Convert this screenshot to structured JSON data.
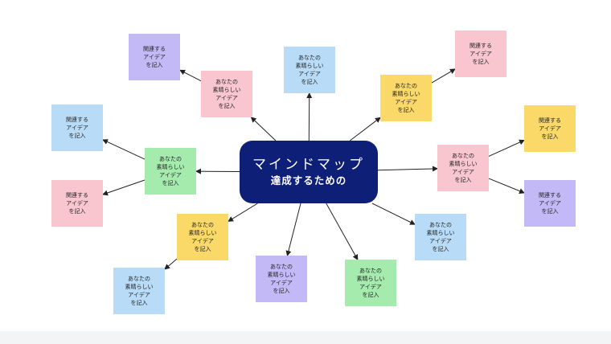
{
  "colors": {
    "center": "#0e1f78",
    "purple": "#c4b9f7",
    "pink": "#f9c6cf",
    "blue": "#b8dcf8",
    "yellow": "#fbd968",
    "green": "#a5ebae",
    "line": "#222222"
  },
  "center": {
    "title": "マインドマップ",
    "subtitle": "達成するための"
  },
  "notes": [
    {
      "id": "n-top-center",
      "text": "あなたの\n素晴らしい\nアイデア\nを記入",
      "color": "blue"
    },
    {
      "id": "n-upper-left",
      "text": "あなたの\n素晴らしい\nアイデア\nを記入",
      "color": "pink"
    },
    {
      "id": "n-upper-right",
      "text": "あなたの\n素晴らしい\nアイデア\nを記入",
      "color": "yellow"
    },
    {
      "id": "n-left",
      "text": "あなたの\n素晴らしい\nアイデア\nを記入",
      "color": "green"
    },
    {
      "id": "n-right",
      "text": "あなたの\n素晴らしい\nアイデア\nを記入",
      "color": "pink"
    },
    {
      "id": "n-lower-left",
      "text": "あなたの\n素晴らしい\nアイデア\nを記入",
      "color": "yellow"
    },
    {
      "id": "n-bottom-mid-left",
      "text": "あなたの\n素晴らしい\nアイデア\nを記入",
      "color": "purple"
    },
    {
      "id": "n-bottom-mid-right",
      "text": "あなたの\n素晴らしい\nアイデア\nを記入",
      "color": "green"
    },
    {
      "id": "n-lower-right",
      "text": "あなたの\n素晴らしい\nアイデア\nを記入",
      "color": "blue"
    },
    {
      "id": "n-bottom-left",
      "text": "あなたの\n素晴らしい\nアイデア\nを記入",
      "color": "blue"
    },
    {
      "id": "r-top-left",
      "text": "関連する\nアイデア\nを記入",
      "color": "purple"
    },
    {
      "id": "r-top-right",
      "text": "関連する\nアイデア\nを記入",
      "color": "pink"
    },
    {
      "id": "r-left-1",
      "text": "関連する\nアイデア\nを記入",
      "color": "blue"
    },
    {
      "id": "r-left-2",
      "text": "関連する\nアイデア\nを記入",
      "color": "pink"
    },
    {
      "id": "r-right-1",
      "text": "関連する\nアイデア\nを記入",
      "color": "yellow"
    },
    {
      "id": "r-right-2",
      "text": "関連する\nアイデア\nを記入",
      "color": "purple"
    }
  ],
  "connections": [
    {
      "from": "center",
      "to": "n-top-center"
    },
    {
      "from": "center",
      "to": "n-upper-left"
    },
    {
      "from": "center",
      "to": "n-upper-right"
    },
    {
      "from": "center",
      "to": "n-left"
    },
    {
      "from": "center",
      "to": "n-right"
    },
    {
      "from": "center",
      "to": "n-lower-left"
    },
    {
      "from": "center",
      "to": "n-bottom-mid-left"
    },
    {
      "from": "center",
      "to": "n-bottom-mid-right"
    },
    {
      "from": "center",
      "to": "n-lower-right"
    },
    {
      "from": "n-upper-left",
      "to": "r-top-left"
    },
    {
      "from": "n-upper-right",
      "to": "r-top-right"
    },
    {
      "from": "n-left",
      "to": "r-left-1"
    },
    {
      "from": "n-left",
      "to": "r-left-2"
    },
    {
      "from": "n-right",
      "to": "r-right-1"
    },
    {
      "from": "n-right",
      "to": "r-right-2"
    },
    {
      "from": "n-lower-left",
      "to": "n-bottom-left"
    }
  ]
}
